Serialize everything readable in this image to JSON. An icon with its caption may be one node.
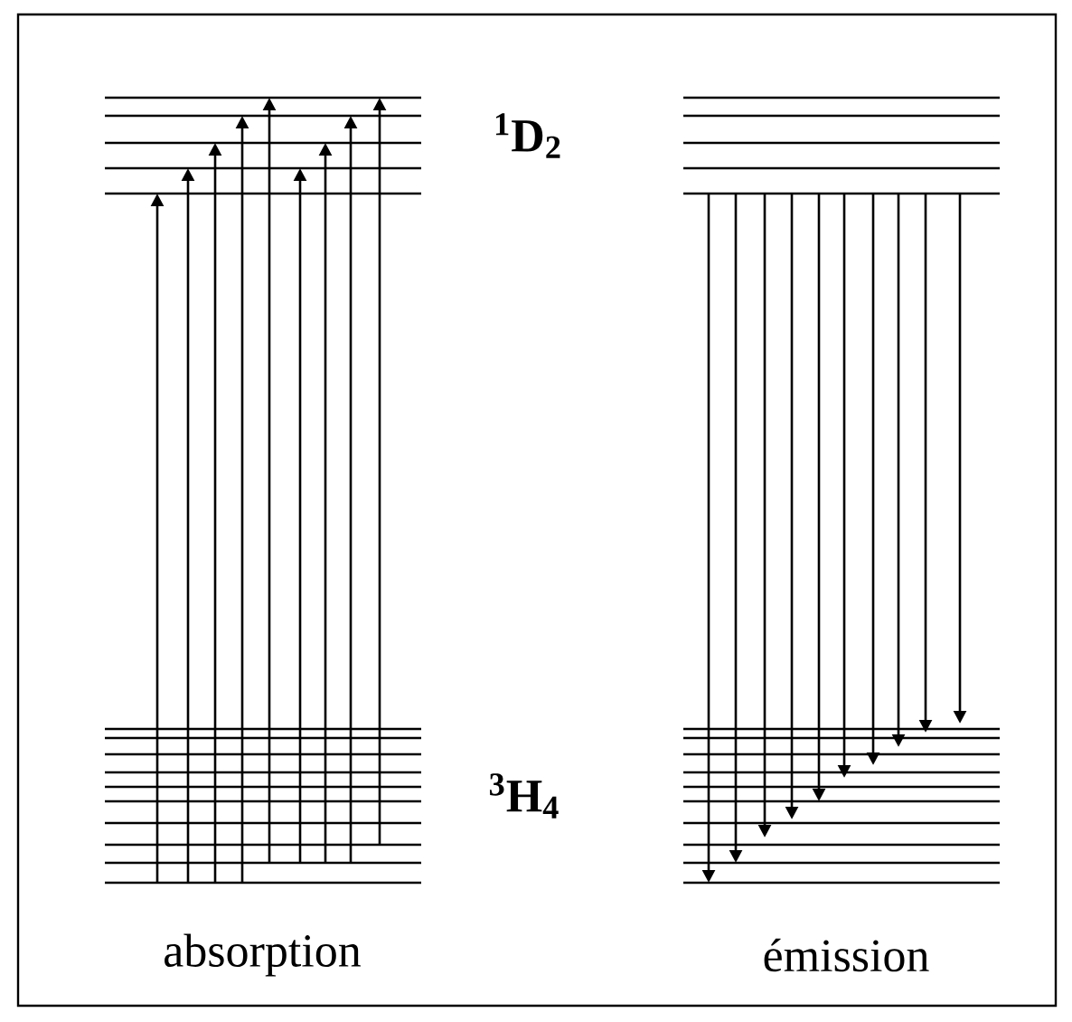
{
  "diagram": {
    "labels": [
      "$^{1}$D$_{2}$",
      "$^{3}$H$_{4}$",
      "absorption",
      "émission"
    ]
  }
}
